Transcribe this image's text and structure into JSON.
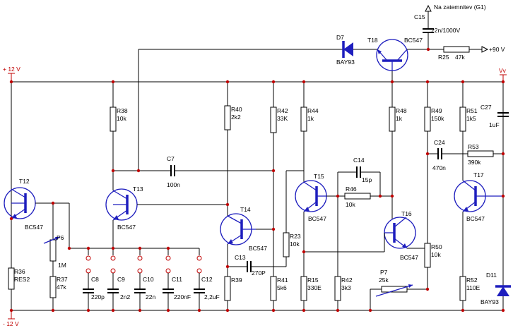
{
  "supply": {
    "pos": "+ 12 V",
    "neg": "- 12 V",
    "out": "+90 V",
    "grid": "Na zatemnitev (G1)",
    "vw": "Vv"
  },
  "transistors": {
    "T12": {
      "name": "T12",
      "type": "BC547"
    },
    "T13": {
      "name": "T13",
      "type": "BC547"
    },
    "T14": {
      "name": "T14",
      "type": "BC547"
    },
    "T15": {
      "name": "T15",
      "type": "BC547"
    },
    "T16": {
      "name": "T16",
      "type": "BC547"
    },
    "T17": {
      "name": "T17",
      "type": "BC547"
    },
    "T18": {
      "name": "T18",
      "type": "BC547"
    }
  },
  "diodes": {
    "D7": {
      "name": "D7",
      "type": "BAY93"
    },
    "D11": {
      "name": "D11",
      "type": "BAY93"
    }
  },
  "resistors": {
    "R36": {
      "name": "R36",
      "value": "RES2"
    },
    "R37": {
      "name": "R37",
      "value": "47k"
    },
    "R38": {
      "name": "R38",
      "value": "10k"
    },
    "R39": {
      "name": "R39",
      "value": ""
    },
    "R40": {
      "name": "R40",
      "value": "2k2"
    },
    "R41": {
      "name": "R41",
      "value": "5k6"
    },
    "R42a": {
      "name": "R42",
      "value": "33K"
    },
    "R42b": {
      "name": "R42",
      "value": "3k3"
    },
    "R44": {
      "name": "R44",
      "value": "1k"
    },
    "R15": {
      "name": "R15",
      "value": "330E"
    },
    "R23": {
      "name": "R23",
      "value": "10k"
    },
    "R46": {
      "name": "R46",
      "value": "10k"
    },
    "R48": {
      "name": "R48",
      "value": "1k"
    },
    "R49": {
      "name": "R49",
      "value": "150k"
    },
    "R50": {
      "name": "R50",
      "value": "10k"
    },
    "R51": {
      "name": "R51",
      "value": "1k5"
    },
    "R52": {
      "name": "R52",
      "value": "110E"
    },
    "R53": {
      "name": "R53",
      "value": "390k"
    },
    "R25": {
      "name": "R25",
      "value": "47k"
    }
  },
  "pots": {
    "P6": {
      "name": "P6",
      "value": "1M"
    },
    "P7": {
      "name": "P7",
      "value": "25k"
    }
  },
  "capacitors": {
    "C7": {
      "name": "C7",
      "value": "100n"
    },
    "C8": {
      "name": "C8",
      "value": "220p"
    },
    "C9": {
      "name": "C9",
      "value": "2n2"
    },
    "C10": {
      "name": "C10",
      "value": "22n"
    },
    "C11": {
      "name": "C11",
      "value": "220nF"
    },
    "C12": {
      "name": "C12",
      "value": "2,2uF"
    },
    "C13": {
      "name": "C13",
      "value": "270P"
    },
    "C14": {
      "name": "C14",
      "value": "15p"
    },
    "C15": {
      "name": "C15",
      "value": "22n/1000V"
    },
    "C24": {
      "name": "C24",
      "value": "470n"
    },
    "C27": {
      "name": "C27",
      "value": "1uF"
    }
  }
}
